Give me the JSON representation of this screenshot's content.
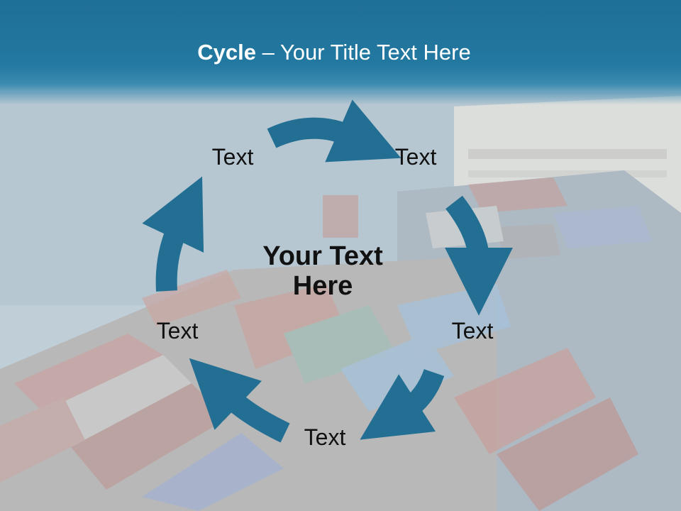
{
  "slide": {
    "title_bold": "Cycle",
    "title_rest": " – Your Title Text Here",
    "center_line1": "Your Text",
    "center_line2": "Here",
    "labels": [
      "Text",
      "Text",
      "Text",
      "Text",
      "Text"
    ]
  },
  "colors": {
    "arrow": "#236f93",
    "header": "#2379a1",
    "text": "#111111",
    "title": "#ffffff"
  },
  "icons": [
    "arrow-top",
    "arrow-right",
    "arrow-bottom-right",
    "arrow-bottom-left",
    "arrow-left"
  ]
}
